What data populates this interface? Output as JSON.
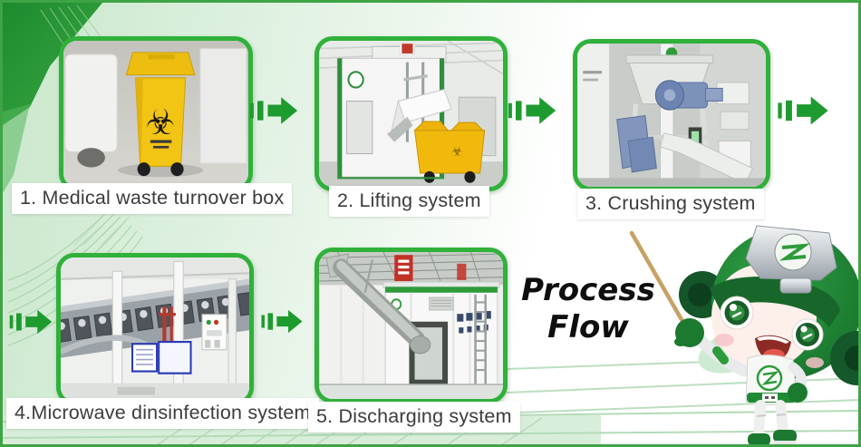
{
  "title": {
    "line1": "Process",
    "line2": "Flow"
  },
  "steps": [
    {
      "label": "1. Medical waste turnover box",
      "illustration": "medical-waste-turnover-box-photo"
    },
    {
      "label": "2. Lifting system",
      "illustration": "lifting-system-photo"
    },
    {
      "label": "3. Crushing system",
      "illustration": "crushing-system-photo"
    },
    {
      "label": "4.Microwave dinsinfection system",
      "illustration": "microwave-disinfection-system-photo"
    },
    {
      "label": "5. Discharging system",
      "illustration": "discharging-system-photo"
    }
  ],
  "icons": {
    "flow_arrow": "segmented-right-arrow",
    "biohazard_symbol": "☣"
  },
  "mascot": {
    "name": "green-robot-mascot-with-pointer"
  },
  "colors": {
    "arrow_green": "#1e9b2f",
    "panel_border_green": "#2fb13a",
    "frame_green": "#3fa445",
    "label_text": "#3c3c3c",
    "title_text": "#0e0e0e",
    "bin_yellow": "#f2c413"
  }
}
